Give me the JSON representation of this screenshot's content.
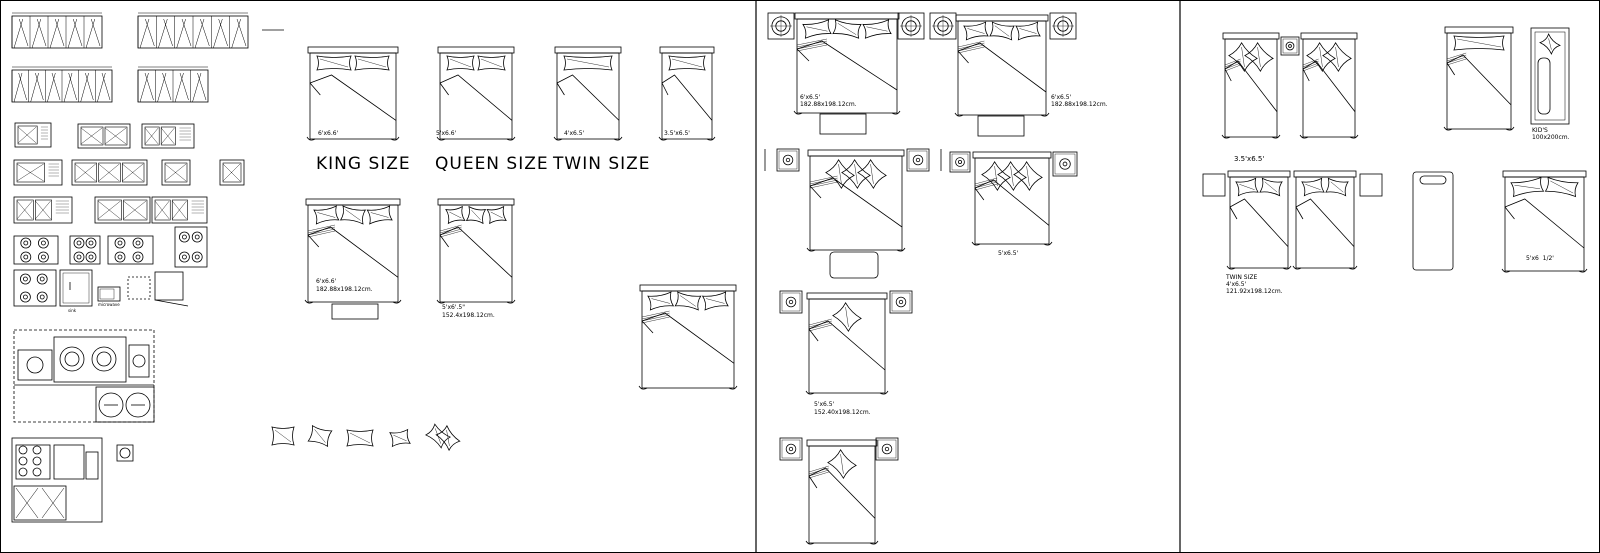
{
  "panels": [
    {
      "id": "kitchen-and-beds"
    },
    {
      "id": "double-beds-with-nightstands"
    },
    {
      "id": "twin-and-kids-beds"
    }
  ],
  "labels": {
    "king_size": "KING SIZE",
    "queen_size": "QUEEN SIZE",
    "twin_size": "TWIN SIZE",
    "bed_6x66": "6'x6.6'",
    "bed_5x66": "5'x6.6'",
    "bed_4x65": "4'x6.5'",
    "bed_35x65_small": "3.5'x6.5'",
    "p1_king_dim": "6'x6.6'",
    "p1_king_cm": "182.88x198.12cm.",
    "p1_queen_dim": "5'x6'.5\"",
    "p1_queen_cm": "152.4x198.12cm.",
    "p2_bed1_dim": "6'x6.5'",
    "p2_bed1_cm": "182.88x198.12cm.",
    "p2_bed2_dim": "6'x6.5'",
    "p2_bed2_cm": "182.88x198.12cm.",
    "p2_bed4_dim": "5'x6.5'",
    "p2_bed5_dim": "5'x6.5'",
    "p2_bed5_cm": "152.40x198.12cm.",
    "p3_header": "3.5'x6.5'",
    "p3_kids_line1": "KID'S",
    "p3_kids_line2": "100x200cm.",
    "p3_twin_line1": "TWIN SIZE",
    "p3_twin_line2": "4'x6.5'",
    "p3_twin_line3": "121.92x198.12cm.",
    "p3_crib_dim": "5'x6  1/2'",
    "microwave": "microwave",
    "sink": "sink"
  }
}
